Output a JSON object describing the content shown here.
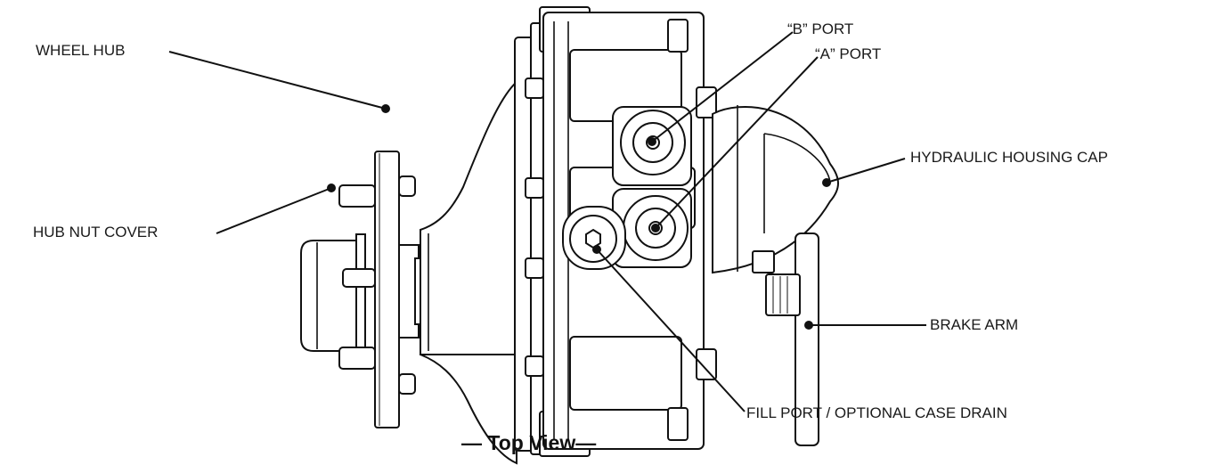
{
  "labels": {
    "wheel_hub": "WHEEL HUB",
    "hub_nut_cover": "HUB NUT COVER",
    "b_port": "“B” PORT",
    "a_port": "“A” PORT",
    "hydraulic_housing_cap": "HYDRAULIC HOUSING CAP",
    "brake_arm": "BRAKE ARM",
    "fill_port": "FILL PORT / OPTIONAL CASE DRAIN"
  },
  "caption": "— Top View—",
  "colors": {
    "line": "#111111",
    "background": "#ffffff"
  }
}
